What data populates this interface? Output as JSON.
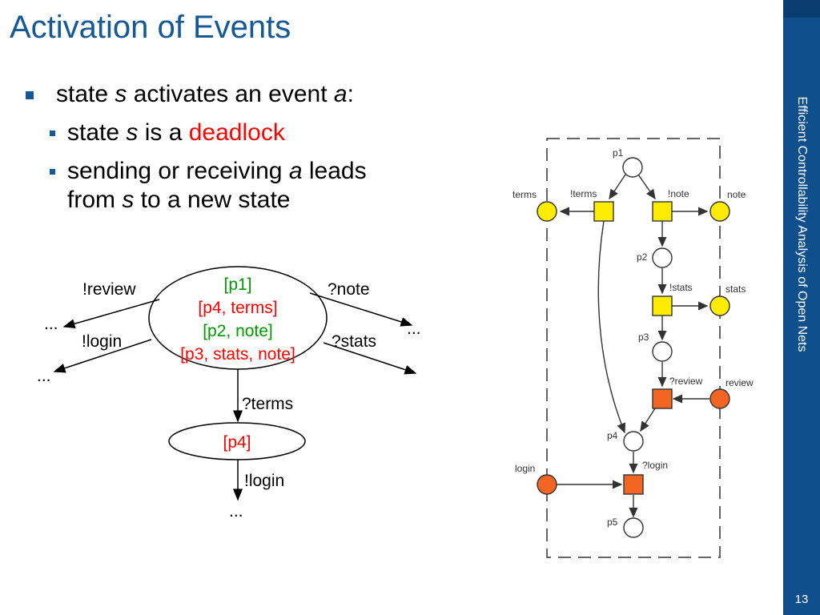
{
  "slide": {
    "title": "Activation of Events",
    "sidebar_text": "Efficient Controllability Analysis of Open Nets",
    "page_number": "13"
  },
  "bullets": {
    "main": {
      "pre": "state ",
      "var": "s",
      "mid": " activates an event ",
      "var2": "a",
      "post": ":"
    },
    "sub1": {
      "pre": "state ",
      "var": "s",
      "mid": " is a ",
      "highlight": "deadlock"
    },
    "sub2": {
      "line1_pre": "sending or receiving ",
      "line1_var": "a",
      "line1_post": " leads",
      "line2_pre": "from ",
      "line2_var": "s",
      "line2_post": " to a new state"
    }
  },
  "state_graph": {
    "top_state": [
      "[p1]",
      "[p4, terms]",
      "[p2, note]",
      "[p3, stats, note]"
    ],
    "bottom_state": "[p4]",
    "edge_labels": {
      "review": "!review",
      "login_left": "!login",
      "note": "?note",
      "stats": "?stats",
      "terms": "?terms",
      "login_down": "!login"
    },
    "ellipsis": "..."
  },
  "petri_net": {
    "places": {
      "p1": "p1",
      "p2": "p2",
      "p3": "p3",
      "p4": "p4",
      "p5": "p5",
      "terms": "terms",
      "note": "note",
      "stats": "stats",
      "review": "review",
      "login": "login"
    },
    "transitions": {
      "t_terms": "!terms",
      "t_note": "!note",
      "t_stats": "!stats",
      "t_review": "?review",
      "t_login": "?login"
    },
    "colors": {
      "yellow": "#ffec00",
      "orange": "#f26522"
    }
  }
}
